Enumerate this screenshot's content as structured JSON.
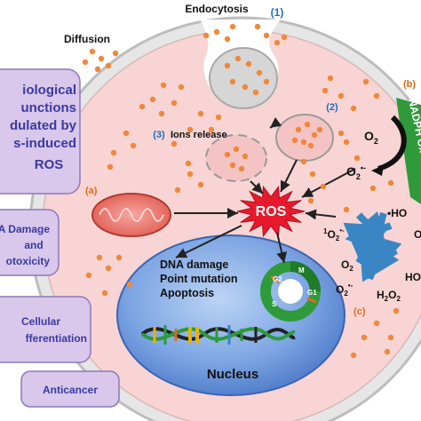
{
  "labels": {
    "endocytosis": "Endocytosis",
    "step1": "(1)",
    "diffusion": "Diffusion",
    "step2": "(2)",
    "step3": "(3)",
    "ions_release": "Ions release",
    "label_a": "(a)",
    "label_b": "(b)",
    "label_c": "(c)",
    "ros": "ROS",
    "nadph": "NADPH Ox",
    "nucleus": "Nucleus",
    "dna_effects": [
      "DNA damage",
      "Point mutation",
      "Apoptosis"
    ],
    "cell_cycle": {
      "g2": "G2",
      "m": "M",
      "g1": "G1",
      "s": "S"
    }
  },
  "chem": {
    "o2_top_base": "O",
    "o2_top_sub": "2",
    "o2r_mid_base": "O",
    "o2r_mid_sub": "2",
    "o2r_mid_sup": "•-",
    "ho_top": "•HO",
    "singlet_pre": "1",
    "singlet_base": "O",
    "singlet_sub": "2",
    "singlet_sup": "•-",
    "o2_low_base": "O",
    "o2_low_sub": "2",
    "ho_low": "HO",
    "o2r_low_base": "O",
    "o2r_low_sub": "2",
    "o2r_low_sup": "•-",
    "h2o2_base1": "H",
    "h2o2_sub1": "2",
    "h2o2_base2": "O",
    "h2o2_sub2": "2",
    "o_edge": "O"
  },
  "side_panel": {
    "title_lines": [
      "iological",
      "unctions",
      "dulated by",
      "s-induced",
      "ROS"
    ],
    "box1_lines": [
      "A Damage",
      "and",
      "otoxicity"
    ],
    "box2_lines": [
      "Cellular",
      "fferentiation"
    ],
    "box3_lines": [
      "Anticancer"
    ]
  },
  "colors": {
    "cytoplasm": "#f9d4d4",
    "cell_border": "#c9c9c9",
    "nanoparticle": "#f0883a",
    "nucleus": "#4f7fd1",
    "ros_burst": "#e8192c",
    "panel": "#d9c7ec",
    "cycle_arrow": "#3a86c4",
    "nadph_bar": "#2e9a3a"
  }
}
